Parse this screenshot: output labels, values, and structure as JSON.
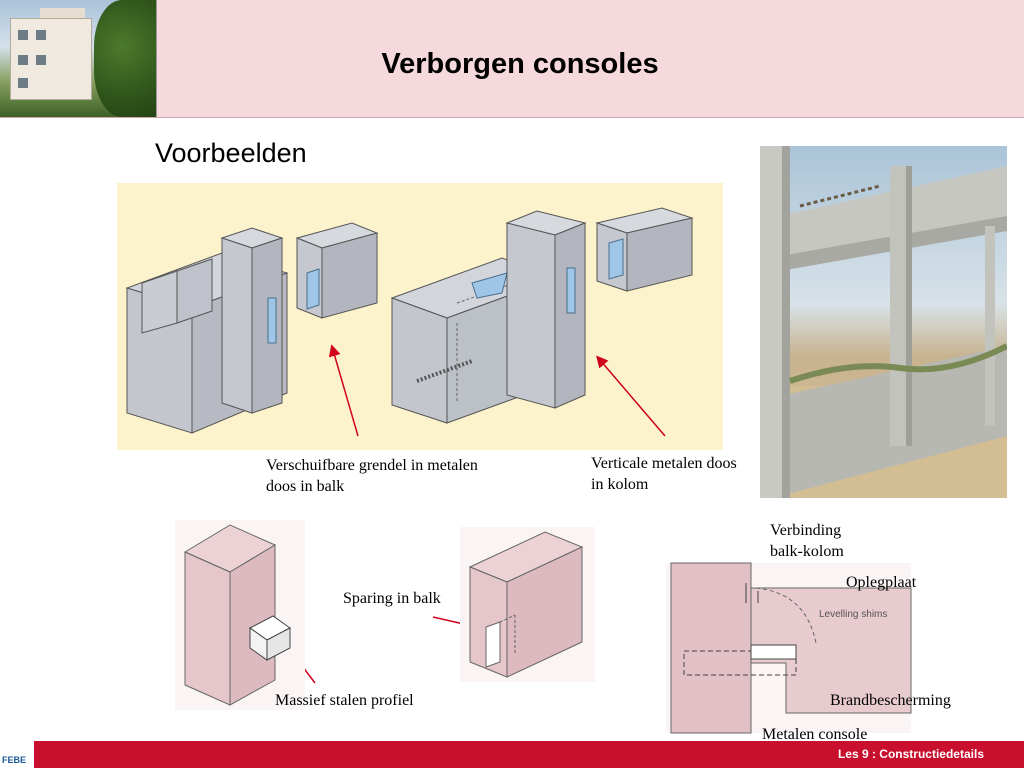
{
  "slide": {
    "title": "Verborgen consoles",
    "subtitle": "Voorbeelden"
  },
  "labels": {
    "grendel": "Verschuifbare grendel in metalen doos in balk",
    "vertical_box": "Verticale metalen doos in kolom",
    "sparing": "Sparing in balk",
    "massief": "Massief stalen profiel",
    "verbinding": "Verbinding balk-kolom",
    "oplegplaat": "Oplegplaat",
    "levelling": "Levelling shims",
    "brandbescherming": "Brandbescherming",
    "metalen_console": "Metalen console"
  },
  "footer": {
    "course": "Les 9 : Constructiedetails",
    "logo": "FEBE"
  },
  "colors": {
    "header_bg": "#f6d9dc",
    "footer_bg": "#c8102e",
    "drawing_bg": "#fcf3cc",
    "concrete": "#b9bcc4",
    "pink_concrete": "#e8c8cc",
    "arrow": "#d0021b"
  }
}
